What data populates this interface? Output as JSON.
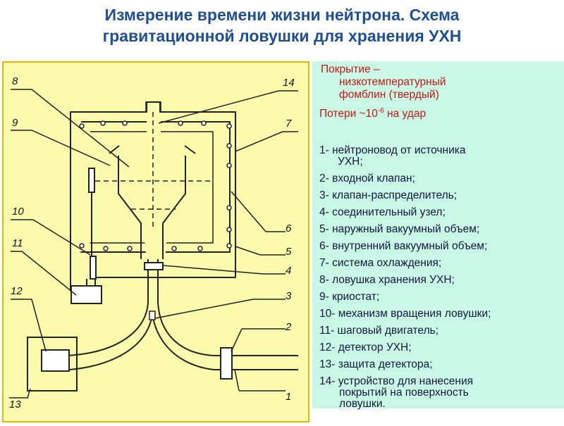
{
  "title": {
    "line1": "Измерение времени жизни нейтрона. Схема",
    "line2": "гравитационной ловушки для хранения УХН"
  },
  "colors": {
    "title": "#1f4f93",
    "accent": "#c41616",
    "legend_bg": "#c9f7e5",
    "diagram_bg": "#fbfbad",
    "diagram_border": "#e6b800"
  },
  "coating": {
    "line1": "Покрытие –",
    "line2": "низкотемпературный",
    "line3": "фомблин  (твердый)"
  },
  "losses": {
    "prefix": "Потери ~10",
    "exponent": "-6",
    "suffix": " на удар"
  },
  "legend": {
    "item1_a": "1- нейтроновод от источника",
    "item1_b": "УХН;",
    "item2": "2- входной клапан;",
    "item3": "3- клапан-распределитель;",
    "item4": "4- соединительный узел;",
    "item5": "5- наружный вакуумный объем;",
    "item6": "6- внутренний вакуумный объем;",
    "item7": " 7- система охлаждения;",
    "item8": "8- ловушка хранения УХН;",
    "item9": "9- криостат;",
    "item10": "10- механизм вращения ловушки;",
    "item11": " 11- шаговый двигатель;",
    "item12": "12- детектор УХН;",
    "item13": "13- защита детектора;",
    "item14_a": "14- устройство  для нанесения",
    "item14_b": "покрытий на поверхность",
    "item14_c": "ловушки."
  },
  "diagram": {
    "labels": {
      "n1": "1",
      "n2": "2",
      "n3": "3",
      "n4": "4",
      "n5": "5",
      "n6": "6",
      "n7": "7",
      "n8": "8",
      "n9": "9",
      "n10": "10",
      "n11": "11",
      "n12": "12",
      "n13": "13",
      "n14": "14"
    }
  }
}
